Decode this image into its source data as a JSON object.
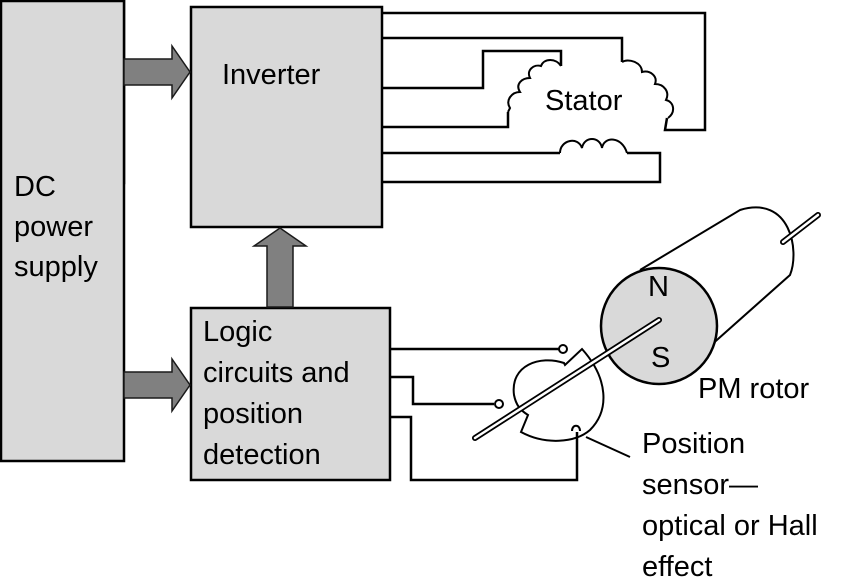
{
  "diagram": {
    "blocks": {
      "dc_power_supply": {
        "lines": [
          "DC",
          "power",
          "supply"
        ]
      },
      "inverter": {
        "label": "Inverter"
      },
      "logic": {
        "lines": [
          "Logic",
          "circuits and",
          "position",
          "detection"
        ]
      }
    },
    "stator": {
      "label": "Stator"
    },
    "rotor": {
      "label": "PM rotor",
      "north": "N",
      "south": "S"
    },
    "sensor": {
      "lines": [
        "Position",
        "sensor—",
        "optical or Hall",
        "effect"
      ]
    },
    "colors": {
      "block_fill": "#d9d9d9",
      "arrow_fill": "#808080",
      "line": "#000000"
    }
  }
}
